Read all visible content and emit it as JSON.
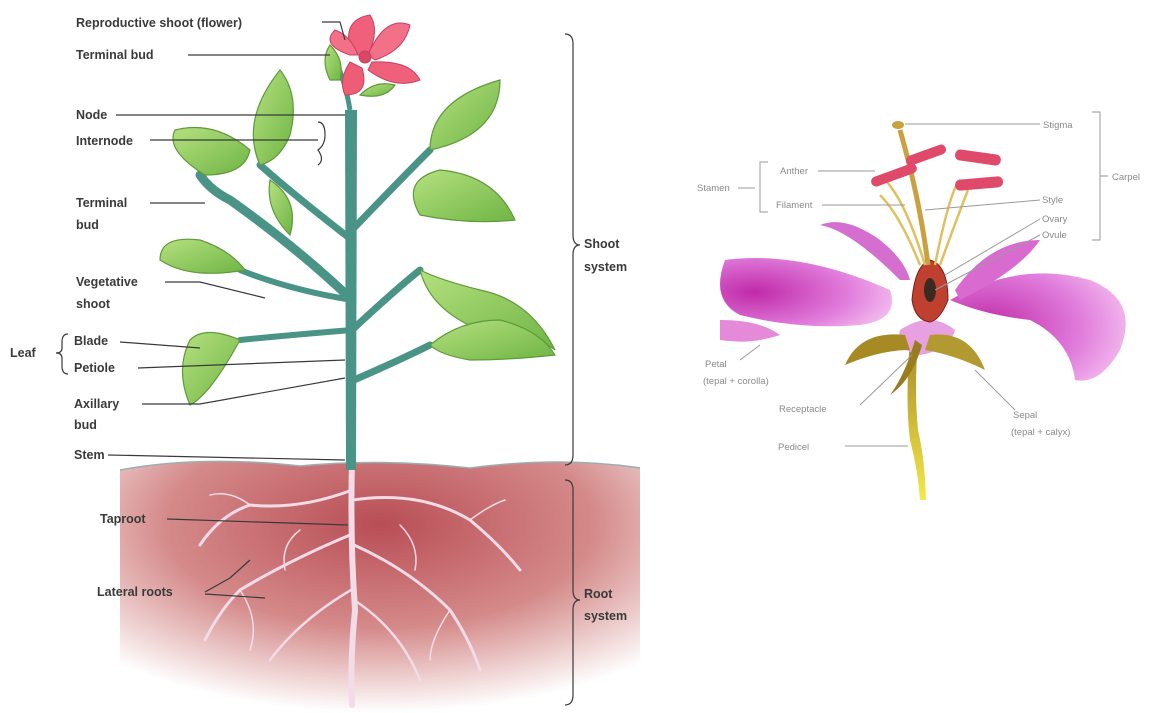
{
  "plant": {
    "reproductive_shoot": "Reproductive shoot (flower)",
    "terminal_bud_top": "Terminal bud",
    "node": "Node",
    "internode": "Internode",
    "terminal_bud_1": "Terminal",
    "terminal_bud_2": "bud",
    "vegetative_shoot_1": "Vegetative",
    "vegetative_shoot_2": "shoot",
    "leaf": "Leaf",
    "blade": "Blade",
    "petiole": "Petiole",
    "axillary_bud_1": "Axillary",
    "axillary_bud_2": "bud",
    "stem": "Stem",
    "taproot": "Taproot",
    "lateral_roots": "Lateral roots",
    "shoot_system_1": "Shoot",
    "shoot_system_2": "system",
    "root_system_1": "Root",
    "root_system_2": "system"
  },
  "flower": {
    "stigma": "Stigma",
    "stamen": "Stamen",
    "anther": "Anther",
    "filament": "Filament",
    "style": "Style",
    "ovary": "Ovary",
    "ovule": "Ovule",
    "carpel": "Carpel",
    "petal_1": "Petal",
    "petal_2": "(tepal + corolla)",
    "receptacle": "Receptacle",
    "sepal_1": "Sepal",
    "sepal_2": "(tepal + calyx)",
    "pedicel": "Pedicel"
  },
  "colors": {
    "soil": "#c46a6a",
    "leaf": "#8dc85a",
    "stem": "#3f8a7e",
    "root": "#f0d6e4",
    "petal_plant": "#f0607a",
    "petal_flower": "#d34fc4"
  }
}
